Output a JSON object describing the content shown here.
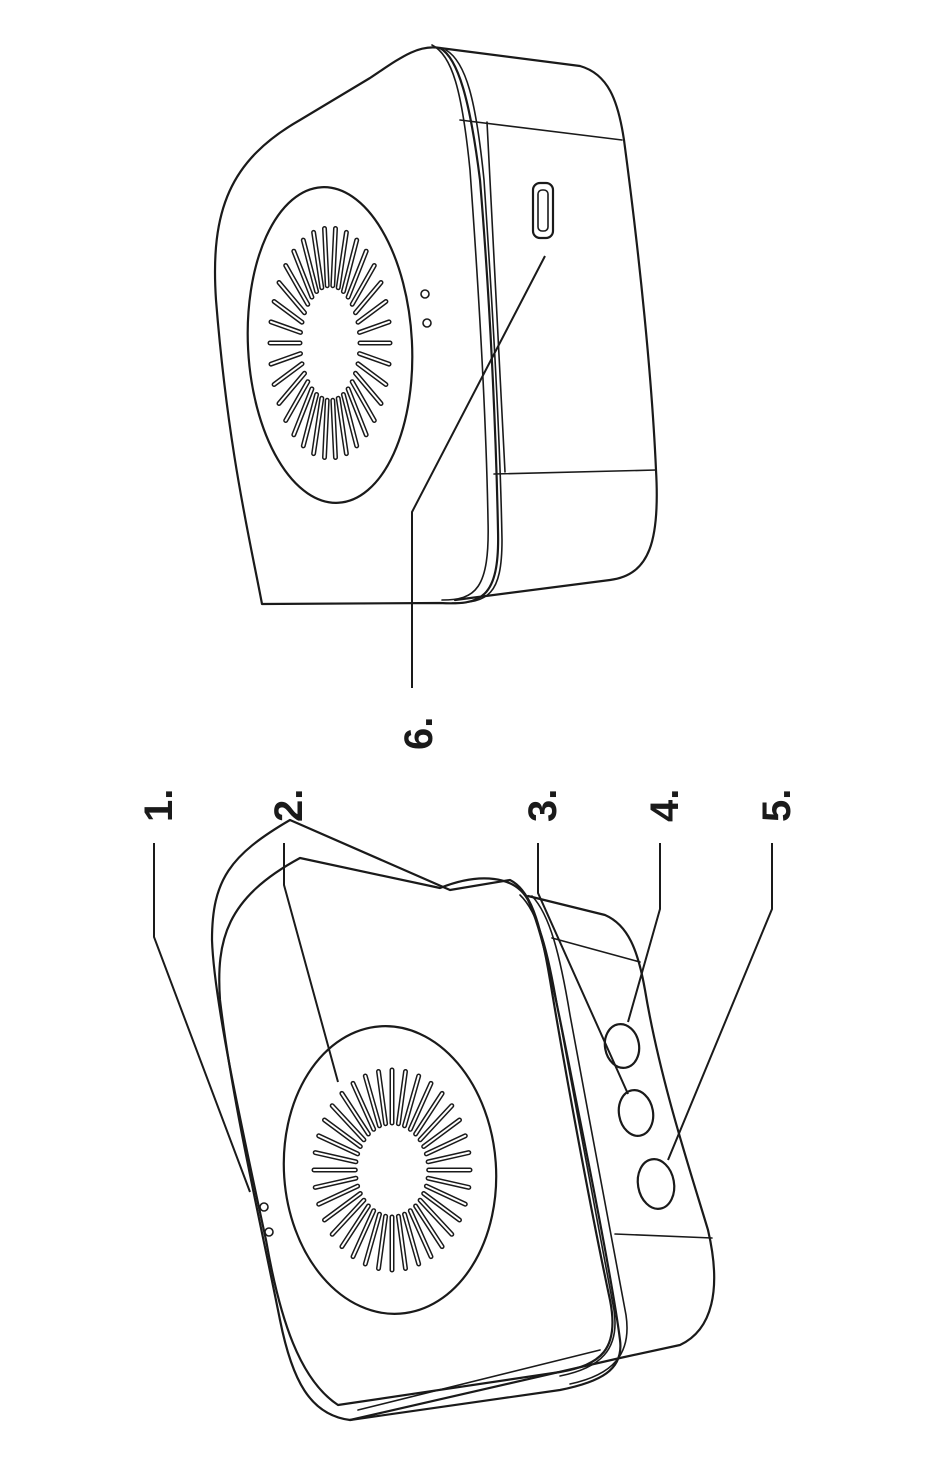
{
  "callouts": [
    {
      "id": "1",
      "text": "1."
    },
    {
      "id": "2",
      "text": "2."
    },
    {
      "id": "3",
      "text": "3."
    },
    {
      "id": "4",
      "text": "4."
    },
    {
      "id": "5",
      "text": "5."
    },
    {
      "id": "6",
      "text": "6."
    }
  ],
  "colors": {
    "ink": "#1a1a1a",
    "background": "#ffffff"
  }
}
